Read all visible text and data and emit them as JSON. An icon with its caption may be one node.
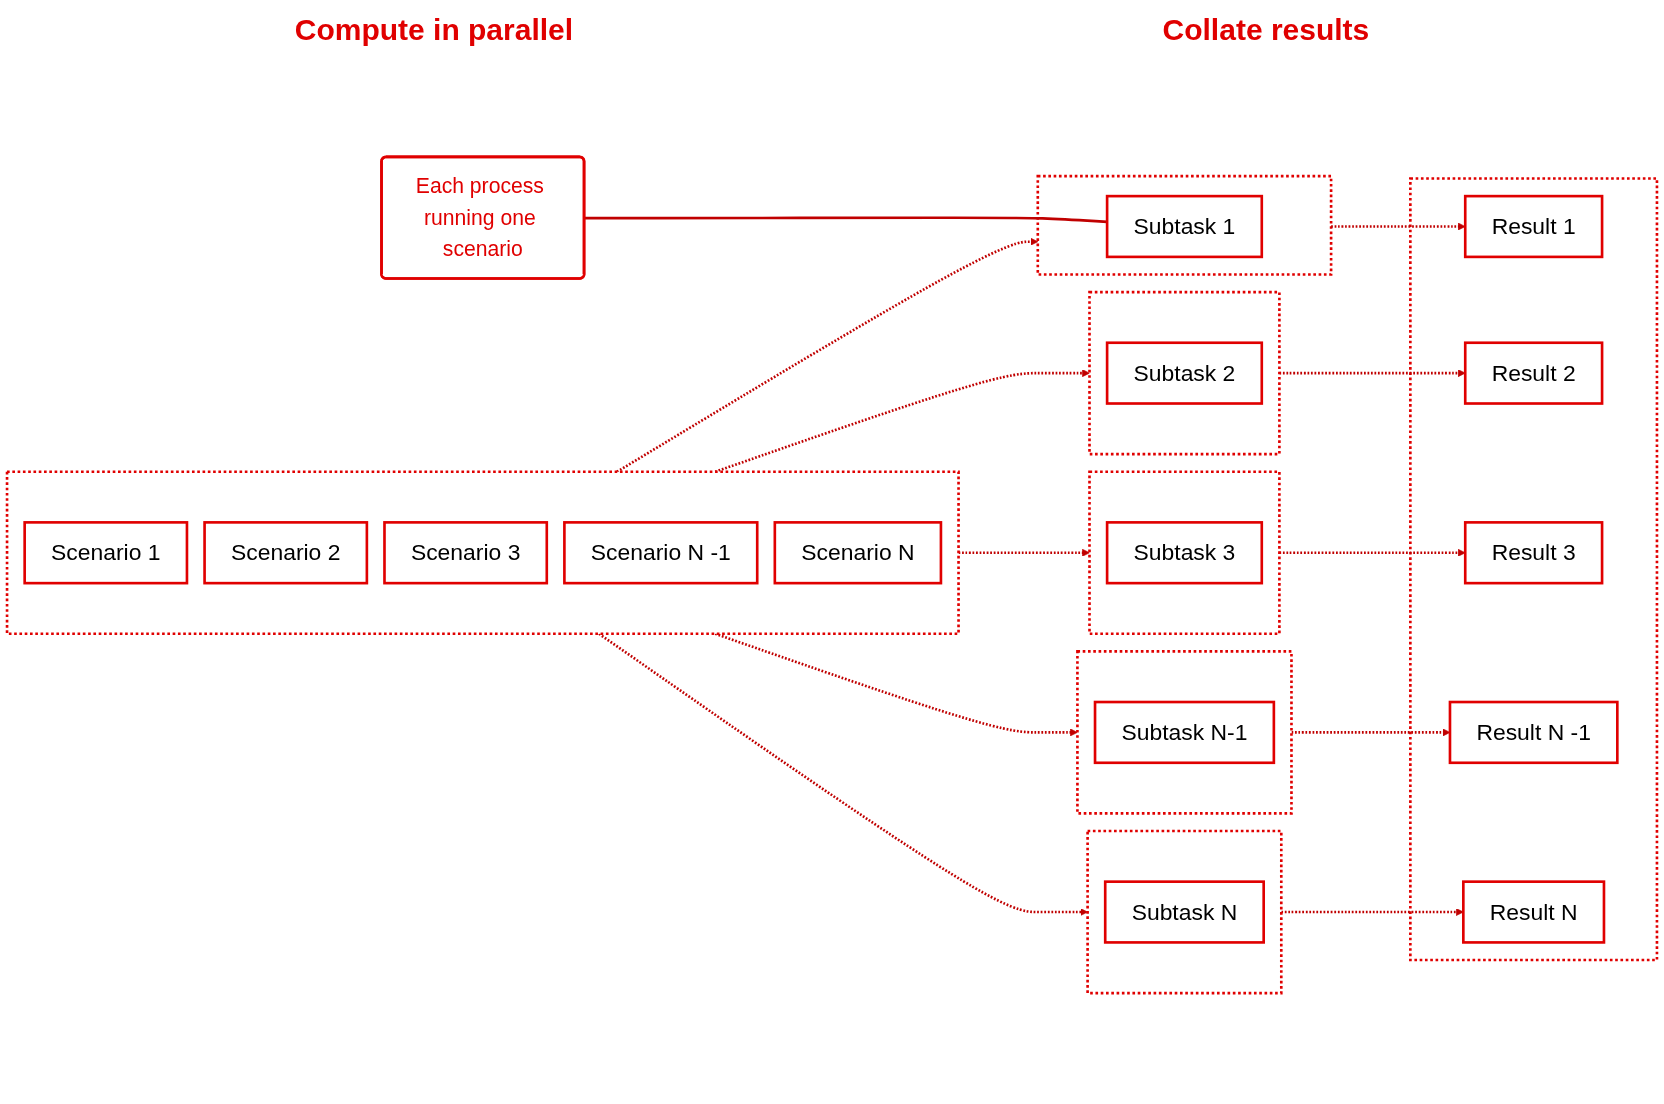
{
  "diagram": {
    "nodes": [
      {
        "text": [],
        "shape": "box"
      },
      {
        "text": [
          "Scenario 1"
        ],
        "in": 0
      },
      {
        "text": [
          "Scenario 2"
        ],
        "in": 0
      },
      {
        "text": [
          "Scenario 3"
        ],
        "in": 0
      },
      {
        "text": [
          "Scenario N -1"
        ],
        "in": 0
      },
      {
        "text": [
          "Scenario N"
        ],
        "in": 0
      },
      {
        "text": [],
        "shape": "box"
      },
      {
        "text": [
          "Subtask 1"
        ],
        "in": 6
      },
      {
        "text": [],
        "shape": "box"
      },
      {
        "text": [
          "Subtask 2"
        ],
        "in": 8
      },
      {
        "text": [],
        "shape": "box"
      },
      {
        "text": [
          "Subtask 3"
        ],
        "in": 10
      },
      {
        "text": [],
        "shape": "box"
      },
      {
        "text": [
          "Subtask N-1"
        ],
        "in": 12
      },
      {
        "text": [],
        "shape": "box"
      },
      {
        "text": [
          "Subtask N"
        ],
        "in": 14
      },
      {
        "text": [
          "Each process running one scenario"
        ]
      },
      {
        "text": [],
        "shape": "box"
      },
      {
        "text": [
          "Result 1"
        ],
        "in": 17
      },
      {
        "text": [
          "Result 2"
        ],
        "in": 17
      },
      {
        "text": [
          "Result 3"
        ],
        "in": 17
      },
      {
        "text": [
          "Result N -1"
        ],
        "in": 17
      },
      {
        "text": [
          "Result N"
        ],
        "in": 17
      }
    ],
    "edges": [
      {
        "from": 0,
        "to": 6,
        "arrow": "to",
        "style": "dashed"
      },
      {
        "from": 0,
        "to": 8,
        "arrow": "to",
        "style": "dashed"
      },
      {
        "from": 0,
        "to": 10,
        "arrow": "to",
        "style": "dashed"
      },
      {
        "from": 0,
        "to": 12,
        "arrow": "to",
        "style": "dashed"
      },
      {
        "from": 0,
        "to": 14,
        "arrow": "to",
        "style": "dashed"
      },
      {
        "from": 6,
        "to": 18,
        "arrow": "to",
        "style": "dashed"
      },
      {
        "from": 8,
        "to": 19,
        "arrow": "to",
        "style": "dashed"
      },
      {
        "from": 10,
        "to": 20,
        "arrow": "to",
        "style": "dashed"
      },
      {
        "from": 12,
        "to": 21,
        "arrow": "to",
        "style": "dashed"
      },
      {
        "from": 14,
        "to": 22,
        "arrow": "to",
        "style": "dashed"
      },
      {
        "from": 16,
        "to": 7,
        "arrow": "none"
      }
    ],
    "labels": [
      "Compute in parallel",
      "Collate results"
    ]
  }
}
